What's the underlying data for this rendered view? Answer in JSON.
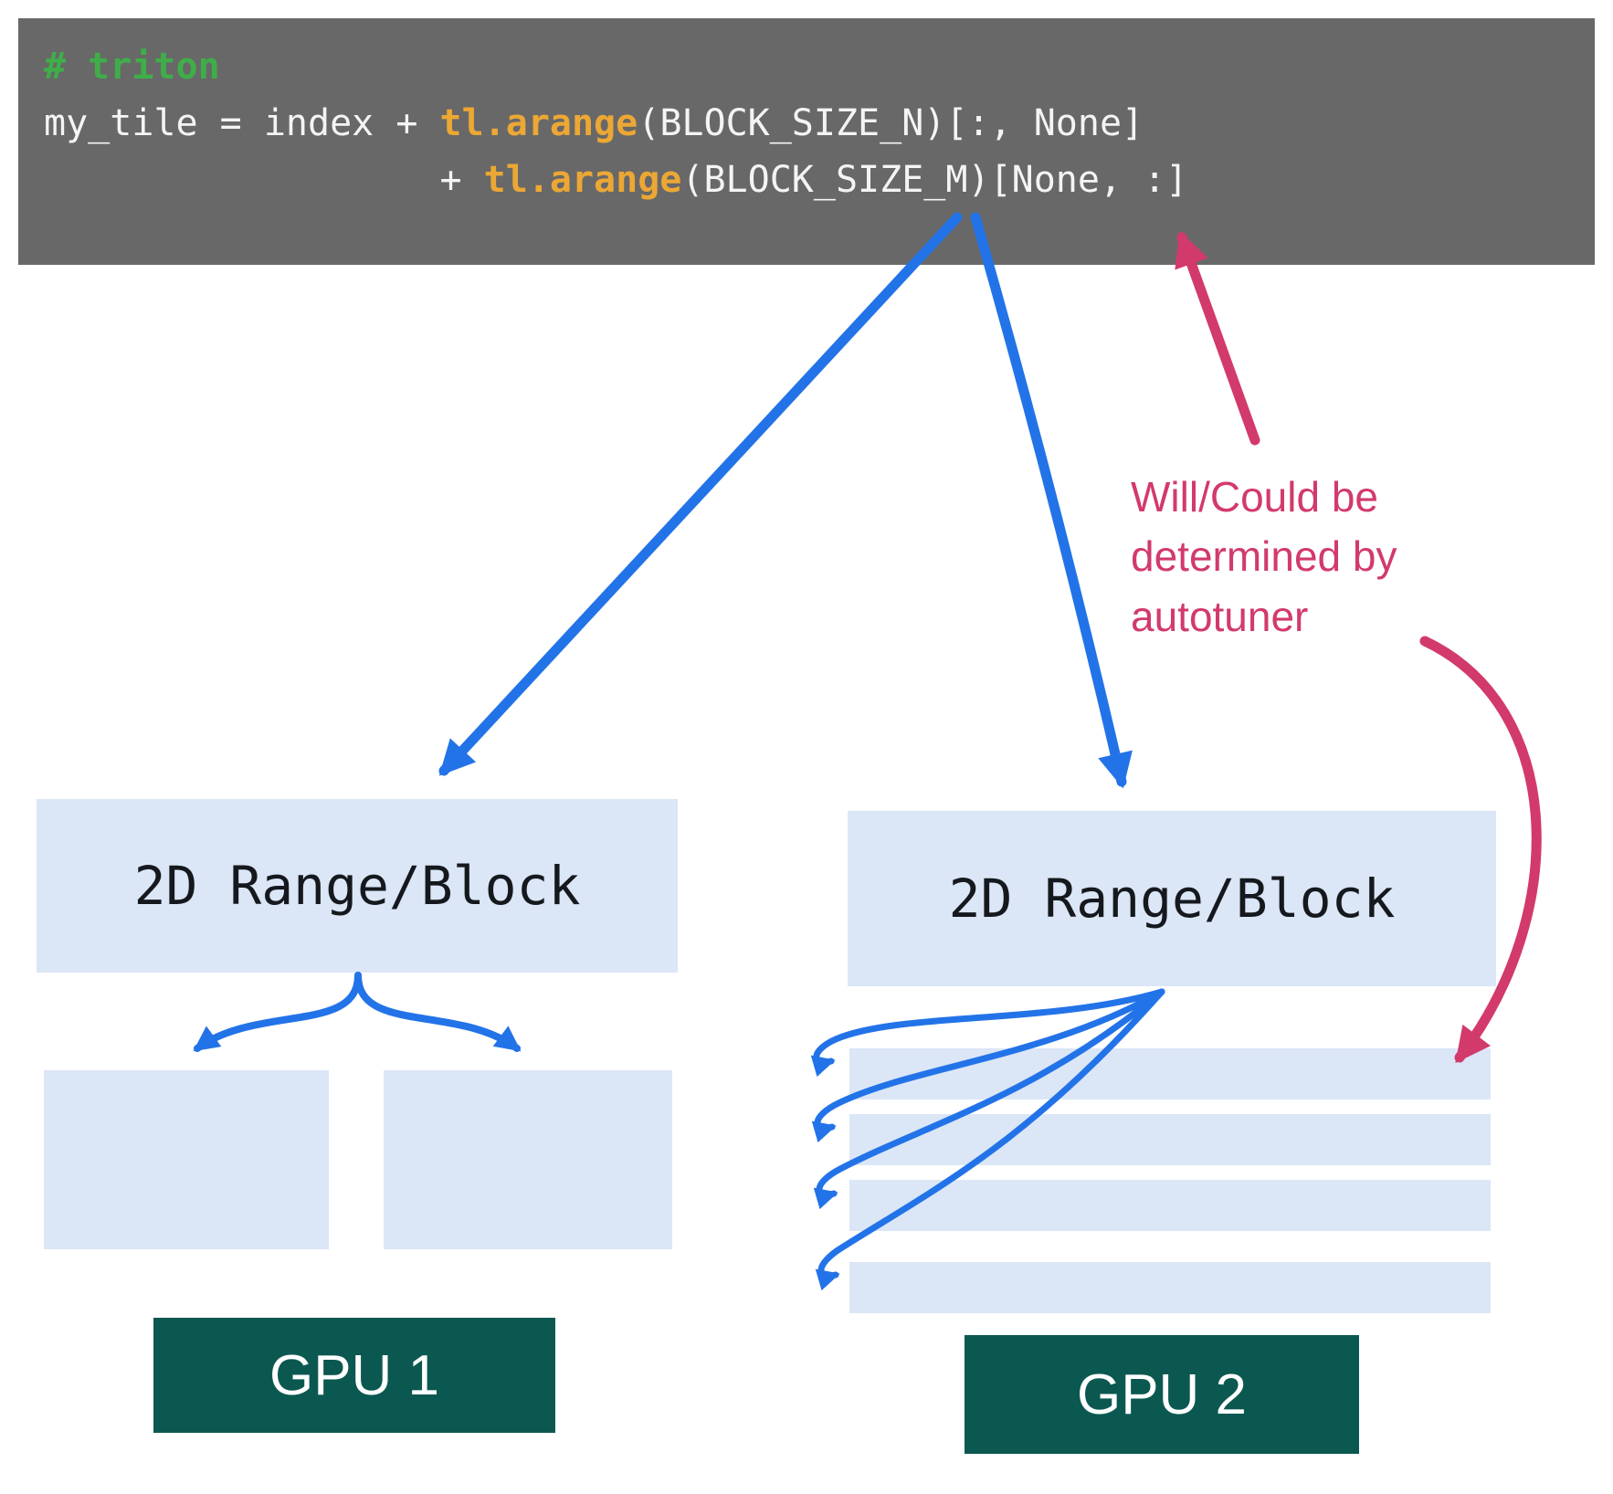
{
  "code": {
    "comment": "# triton",
    "line1": {
      "pre": "my_tile = index + ",
      "func": "tl.arange",
      "post": "(BLOCK_SIZE_N)[:, None]"
    },
    "line2": {
      "pre": "                  + ",
      "func": "tl.arange",
      "post": "(BLOCK_SIZE_M)[None, :]"
    }
  },
  "left_group": {
    "block_label": "2D Range/Block",
    "gpu_label": "GPU 1"
  },
  "right_group": {
    "block_label": "2D Range/Block",
    "gpu_label": "GPU 2"
  },
  "annotation": {
    "text": "Will/Could be determined by autotuner"
  },
  "colors": {
    "code_background": "#686868",
    "comment_green": "#3fae49",
    "function_yellow": "#eca735",
    "code_text": "#f4f4f4",
    "block_blue": "#dbe6f7",
    "gpu_teal": "#0b5851",
    "arrow_blue": "#2373e8",
    "annotation_pink": "#d23a6b"
  }
}
